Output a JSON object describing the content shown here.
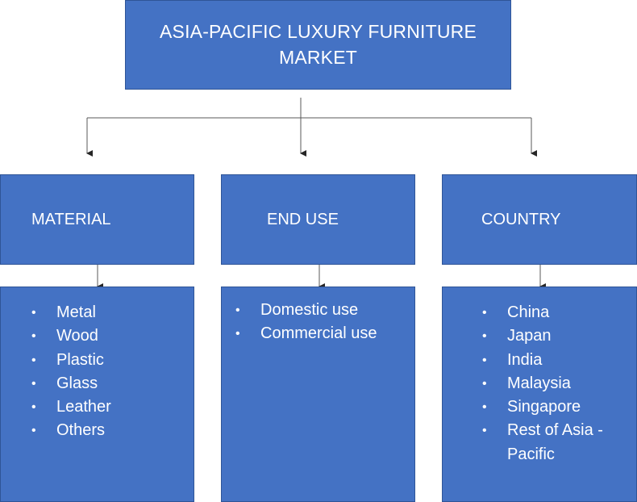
{
  "root": {
    "title": "ASIA-PACIFIC LUXURY FURNITURE MARKET"
  },
  "categories": [
    {
      "label": "MATERIAL",
      "items": [
        "Metal",
        "Wood",
        "Plastic",
        "Glass",
        "Leather",
        "Others"
      ]
    },
    {
      "label": "END USE",
      "items": [
        "Domestic use",
        "Commercial use"
      ]
    },
    {
      "label": "COUNTRY",
      "items": [
        "China",
        "Japan",
        "India",
        "Malaysia",
        "Singapore",
        "Rest of Asia -Pacific"
      ]
    }
  ],
  "colors": {
    "box_fill": "#4472c4",
    "box_border": "#2f5597",
    "text": "#ffffff",
    "connector": "#404040"
  }
}
